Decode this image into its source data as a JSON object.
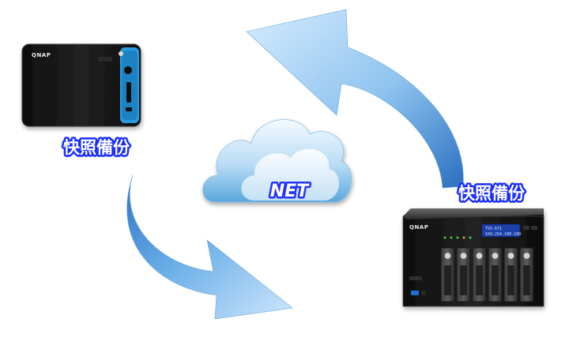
{
  "nodes": {
    "left_nas": {
      "brand": "QNAP",
      "caption": "快照備份"
    },
    "right_nas": {
      "brand": "QNAP",
      "lcd_line1": "TVS-671",
      "lcd_line2": "169.254.100.100",
      "caption": "快照備份"
    },
    "cloud": {
      "label": "NET"
    }
  },
  "colors": {
    "arrow_light": "#bfe0fb",
    "arrow_dark": "#2f78c9",
    "cloud_light": "#f2f9ff",
    "cloud_mid": "#9fcfee",
    "cloud_dark": "#4a9bd6",
    "caption_glow": "#1a2dff",
    "nas_body": "#161616",
    "nas_accent": "#2a9be0"
  }
}
